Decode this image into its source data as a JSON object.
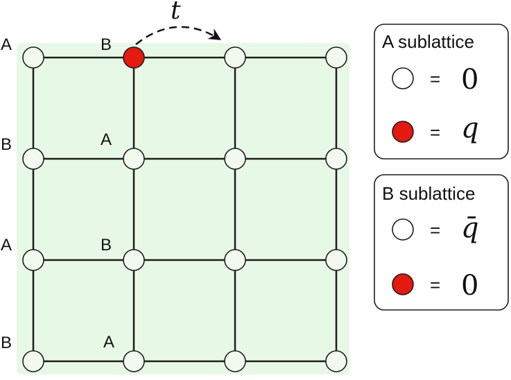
{
  "lattice": {
    "colors": {
      "background": "#e8f8e6",
      "site_fill": "#f2f9ef",
      "site_stroke": "#1d1d1d",
      "bond": "#1d1d1d",
      "highlight": "#e4190f"
    },
    "row_labels": [
      {
        "left": "A",
        "inner": "B"
      },
      {
        "left": "B",
        "inner": "A"
      },
      {
        "left": "A",
        "inner": "B"
      },
      {
        "left": "B",
        "inner": "A"
      }
    ],
    "occupied_site": {
      "row": 1,
      "col": 2
    },
    "hop_label": "t"
  },
  "legend": {
    "a_sublattice": {
      "title": "A sublattice",
      "rows": [
        {
          "marker": "empty-circle",
          "equals": "=",
          "value": "0"
        },
        {
          "marker": "red-circle",
          "equals": "=",
          "value": "q"
        }
      ]
    },
    "b_sublattice": {
      "title": "B sublattice",
      "rows": [
        {
          "marker": "empty-circle",
          "equals": "=",
          "value": "q̄"
        },
        {
          "marker": "red-circle",
          "equals": "=",
          "value": "0"
        }
      ]
    }
  }
}
